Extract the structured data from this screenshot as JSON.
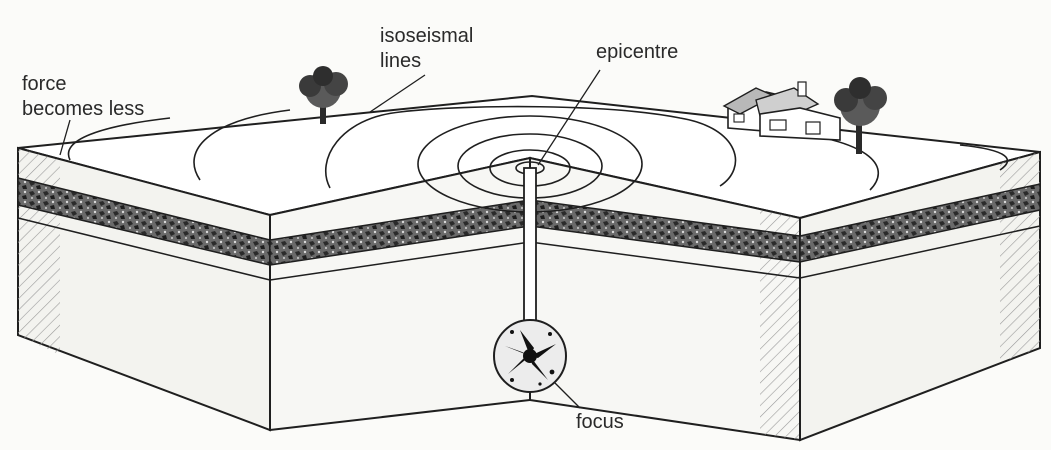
{
  "labels": {
    "force_line1": "force",
    "force_line2": "becomes less",
    "isoseismal_line1": "isoseismal",
    "isoseismal_line2": "lines",
    "epicentre": "epicentre",
    "focus": "focus"
  },
  "colors": {
    "ink": "#1f1f1f",
    "paper": "#fbfbf9",
    "top_surface": "#ffffff",
    "side_wall": "#f2f2ee",
    "rock_band": "#5a5a5a"
  },
  "icons": [
    "tree-icon",
    "house-icon"
  ]
}
